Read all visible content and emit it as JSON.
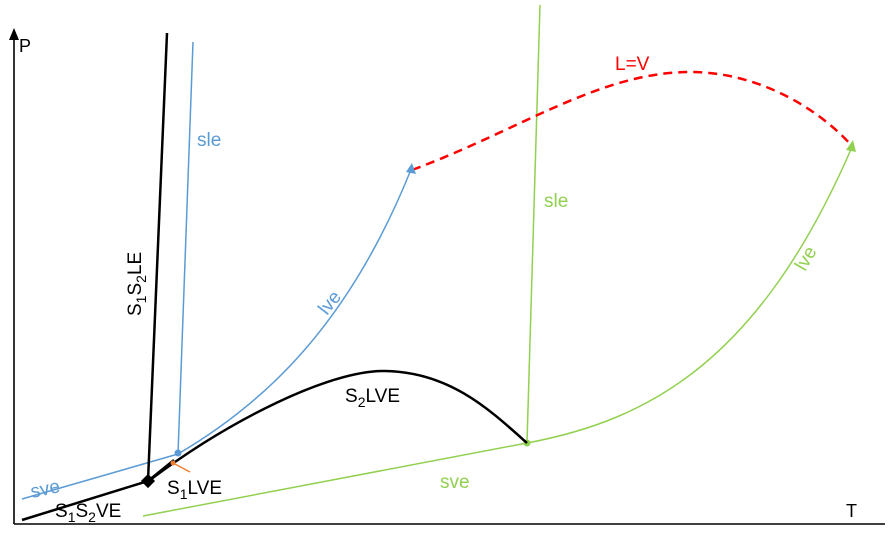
{
  "axes": {
    "y_label": "P",
    "x_label": "T"
  },
  "colors": {
    "black": "#000000",
    "blue": "#5b9bd5",
    "green": "#92d050",
    "red": "#ff0000",
    "orange": "#ed7d31"
  },
  "labels": {
    "s1s2le": {
      "pre": "S",
      "s1": "1",
      "mid": "S",
      "s2": "2",
      "post": "LE"
    },
    "sle_blue": "sle",
    "lve_blue": "lve",
    "sve_blue": "sve",
    "s1s2ve": {
      "pre": "S",
      "s1": "1",
      "mid": "S",
      "s2": "2",
      "post": "VE"
    },
    "s1lve": {
      "pre": "S",
      "s1": "1",
      "post": "LVE"
    },
    "s2lve": {
      "pre": "S",
      "s2": "2",
      "post": "LVE"
    },
    "sle_green": "sle",
    "lve_green": "lve",
    "sve_green": "sve",
    "critical_line": "L=V"
  }
}
